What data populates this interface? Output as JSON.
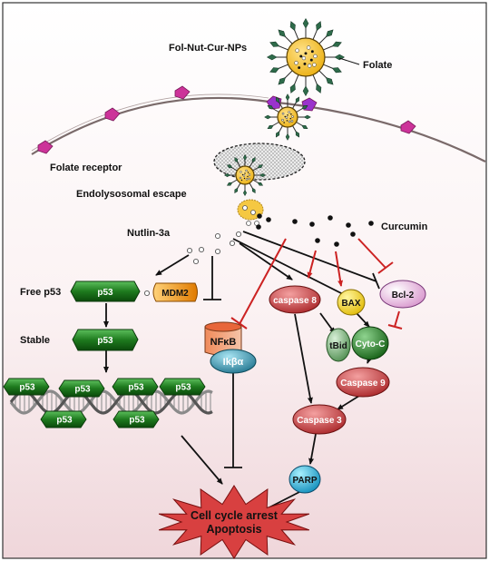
{
  "labels": {
    "nanoparticle": "Fol-Nut-Cur-NPs",
    "folate": "Folate",
    "folate_receptor": "Folate receptor",
    "endolysosomal_escape": "Endolysosomal escape",
    "nutlin": "Nutlin-3a",
    "curcumin": "Curcumin",
    "free_p53": "Free p53",
    "stable": "Stable",
    "p53": "p53",
    "mdm2": "MDM2",
    "nfkb": "NFκB",
    "ikba": "Ikβα",
    "caspase8": "caspase 8",
    "bax": "BAX",
    "bcl2": "Bcl-2",
    "tbid": "tBid",
    "cytoc": "Cyto-C",
    "caspase9": "Caspase 9",
    "caspase3": "Caspase 3",
    "parp": "PARP",
    "outcome_line1": "Cell cycle arrest",
    "outcome_line2": "Apoptosis"
  },
  "colors": {
    "background_top": "#ffffff",
    "background_bottom": "#f2dde0",
    "membrane": "#7a6a6a",
    "receptor": "#cc3399",
    "p53_green": "#1e7a1e",
    "nanoparticle_yellow": "#f5c842",
    "caspase_red": "#c0393b",
    "inhibit_red": "#cc2222",
    "star_red": "#d84040",
    "bax_yellow": "#f2d21a",
    "ikba_teal": "#2a8fa8",
    "parp_cyan": "#1ab3d9"
  }
}
